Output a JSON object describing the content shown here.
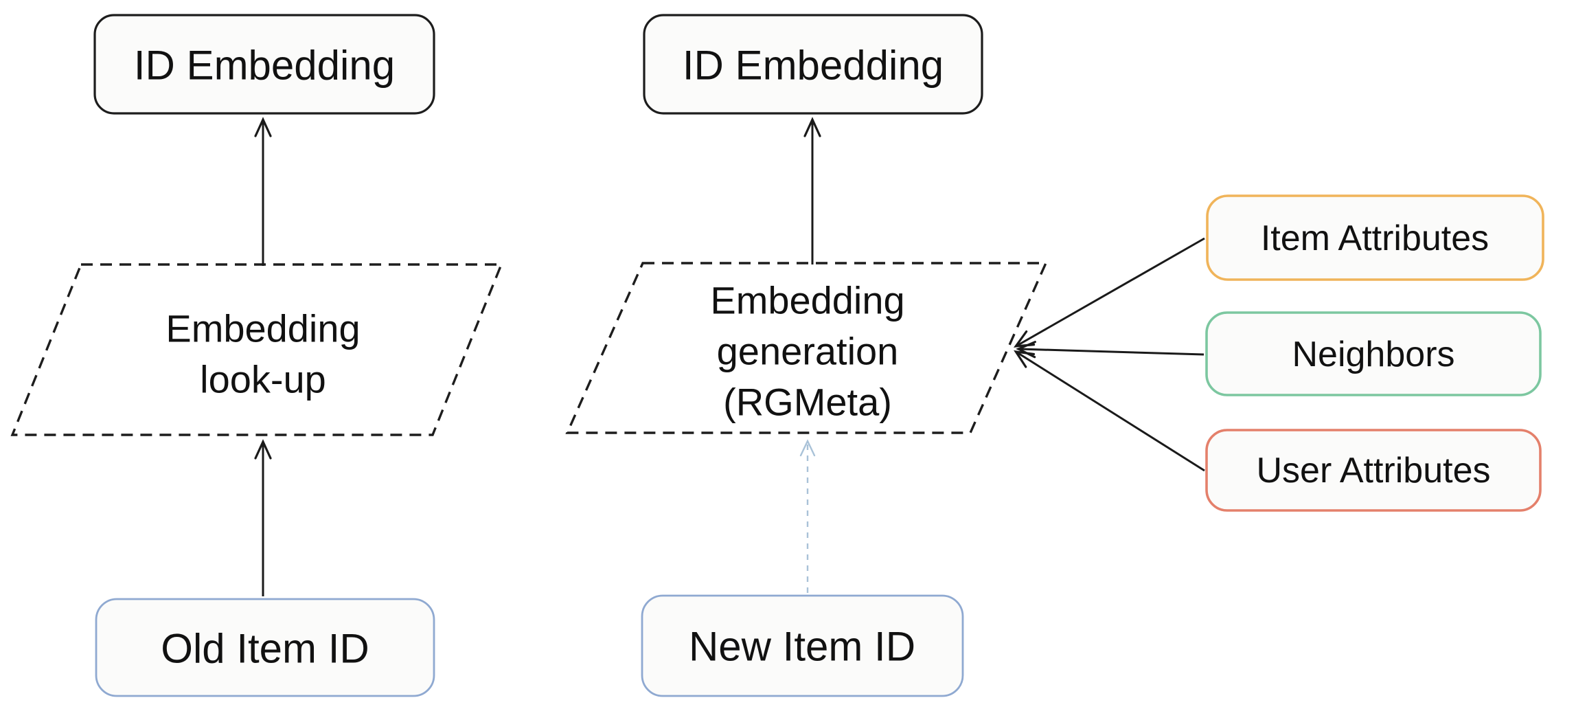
{
  "diagram": {
    "left_flow": {
      "output_label": "ID Embedding",
      "process_line1": "Embedding",
      "process_line2": "look-up",
      "input_label": "Old Item ID"
    },
    "right_flow": {
      "output_label": "ID Embedding",
      "process_line1": "Embedding",
      "process_line2": "generation",
      "process_line3": "(RGMeta)",
      "input_label": "New Item ID"
    },
    "sources": [
      {
        "label": "Item Attributes"
      },
      {
        "label": "Neighbors"
      },
      {
        "label": "User Attributes"
      }
    ],
    "colors": {
      "node_border_dark": "#1d1d1d",
      "node_fill": "#fbfbfa",
      "id_box_border_blue": "#8fa9d1",
      "arrow_black": "#1a1a1a",
      "dashed_arrow_blue": "#a9c2d8",
      "item_attributes_border": "#f0b45a",
      "neighbors_border": "#7cc7a0",
      "user_attributes_border": "#e4806b",
      "background": "#ffffff"
    }
  }
}
